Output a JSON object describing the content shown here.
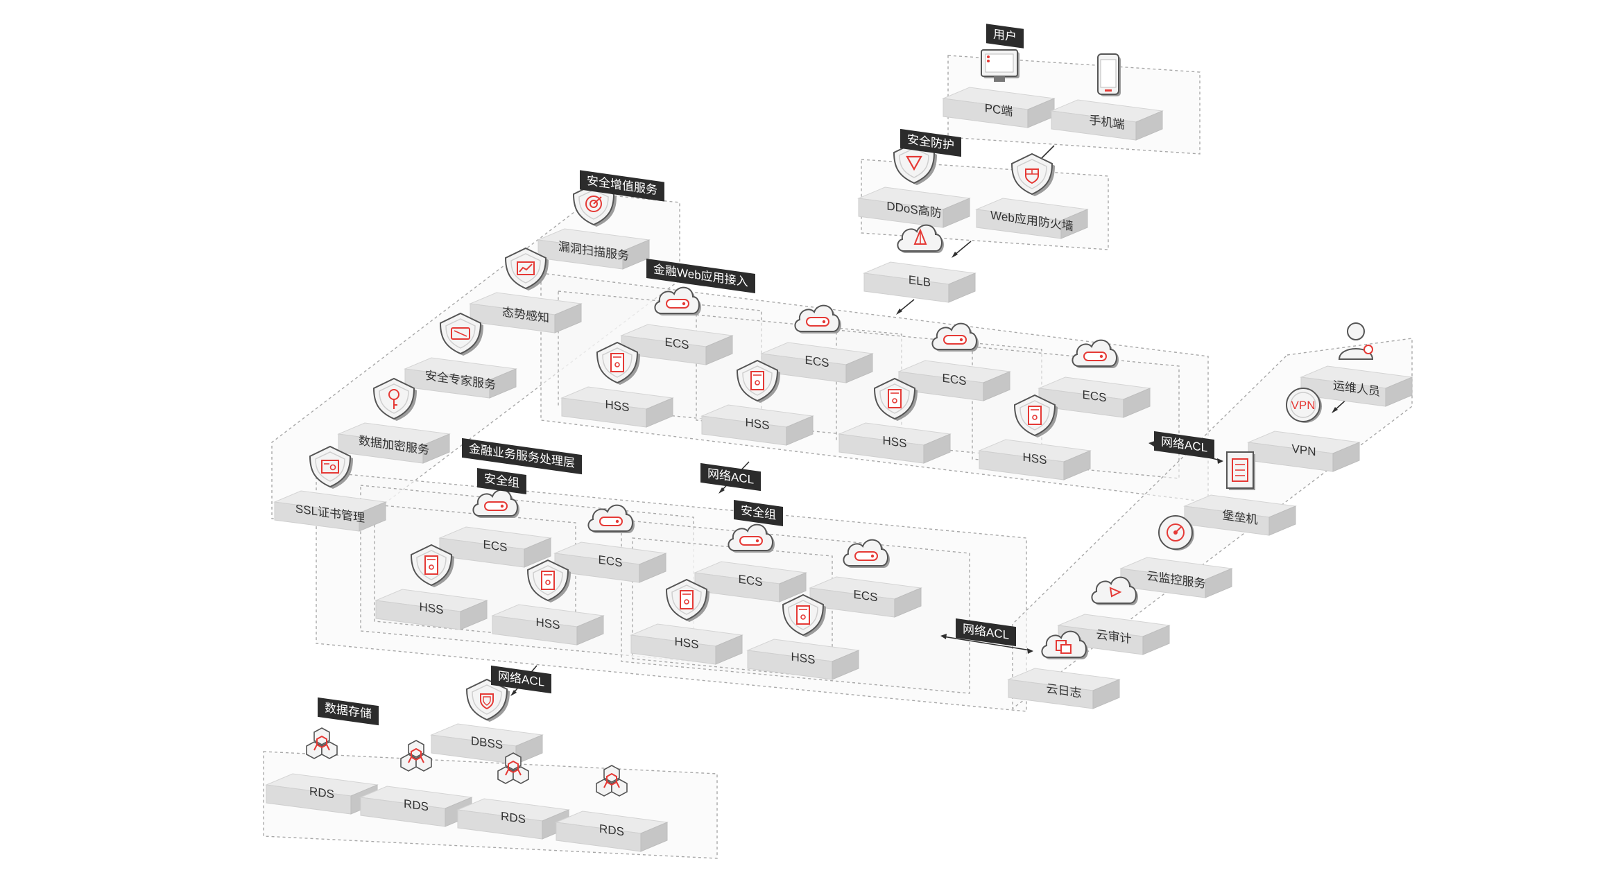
{
  "colors": {
    "accent": "#e53935",
    "tag_bg": "#2c2c2c",
    "slab_top": "#ebebeb",
    "slab_front": "#dcdcdc",
    "slab_side": "#c6c6c6",
    "zone_border": "#a8a8a8"
  },
  "tags": {
    "users": "用户",
    "security_protection": "安全防护",
    "value_added": "安全增值服务",
    "web_access": "金融Web应用接入",
    "business_layer": "金融业务服务处理层",
    "sg_left": "安全组",
    "sg_right": "安全组",
    "acl_middle": "网络ACL",
    "acl_right_top": "网络ACL",
    "acl_right_bottom": "网络ACL",
    "acl_bottom": "网络ACL",
    "data_storage": "数据存储"
  },
  "nodes": {
    "pc": {
      "label": "PC端",
      "icon": "monitor-icon"
    },
    "mobile": {
      "label": "手机端",
      "icon": "phone-icon"
    },
    "ddos": {
      "label": "DDoS高防",
      "icon": "shield-triangle-icon"
    },
    "waf": {
      "label": "Web应用防火墙",
      "icon": "shield-firewall-icon"
    },
    "elb": {
      "label": "ELB",
      "icon": "cloud-balancer-icon"
    },
    "vuln_scan": {
      "label": "漏洞扫描服务",
      "icon": "shield-target-icon"
    },
    "situation": {
      "label": "态势感知",
      "icon": "shield-chart-icon"
    },
    "expert": {
      "label": "安全专家服务",
      "icon": "shield-card-icon"
    },
    "encryption": {
      "label": "数据加密服务",
      "icon": "shield-key-icon"
    },
    "ssl": {
      "label": "SSL证书管理",
      "icon": "shield-certificate-icon"
    },
    "web_ecs_1": {
      "label": "ECS",
      "icon": "cloud-server-icon"
    },
    "web_hss_1": {
      "label": "HSS",
      "icon": "shield-host-icon"
    },
    "web_ecs_2": {
      "label": "ECS",
      "icon": "cloud-server-icon"
    },
    "web_hss_2": {
      "label": "HSS",
      "icon": "shield-host-icon"
    },
    "web_ecs_3": {
      "label": "ECS",
      "icon": "cloud-server-icon"
    },
    "web_hss_3": {
      "label": "HSS",
      "icon": "shield-host-icon"
    },
    "web_ecs_4": {
      "label": "ECS",
      "icon": "cloud-server-icon"
    },
    "web_hss_4": {
      "label": "HSS",
      "icon": "shield-host-icon"
    },
    "biz_ecs_1": {
      "label": "ECS",
      "icon": "cloud-server-icon"
    },
    "biz_hss_1": {
      "label": "HSS",
      "icon": "shield-host-icon"
    },
    "biz_ecs_2": {
      "label": "ECS",
      "icon": "cloud-server-icon"
    },
    "biz_hss_2": {
      "label": "HSS",
      "icon": "shield-host-icon"
    },
    "biz_ecs_3": {
      "label": "ECS",
      "icon": "cloud-server-icon"
    },
    "biz_hss_3": {
      "label": "HSS",
      "icon": "shield-host-icon"
    },
    "biz_ecs_4": {
      "label": "ECS",
      "icon": "cloud-server-icon"
    },
    "biz_hss_4": {
      "label": "HSS",
      "icon": "shield-host-icon"
    },
    "ops": {
      "label": "运维人员",
      "icon": "operator-icon"
    },
    "vpn": {
      "label": "VPN",
      "icon": "vpn-icon"
    },
    "bastion": {
      "label": "堡垒机",
      "icon": "bastion-icon"
    },
    "cloud_monitor": {
      "label": "云监控服务",
      "icon": "gauge-icon"
    },
    "cloud_audit": {
      "label": "云审计",
      "icon": "cloud-audit-icon"
    },
    "cloud_log": {
      "label": "云日志",
      "icon": "cloud-log-icon"
    },
    "dbss": {
      "label": "DBSS",
      "icon": "shield-database-icon"
    },
    "rds_1": {
      "label": "RDS",
      "icon": "hexagon-cluster-icon"
    },
    "rds_2": {
      "label": "RDS",
      "icon": "hexagon-cluster-icon"
    },
    "rds_3": {
      "label": "RDS",
      "icon": "hexagon-cluster-icon"
    },
    "rds_4": {
      "label": "RDS",
      "icon": "hexagon-cluster-icon"
    }
  }
}
